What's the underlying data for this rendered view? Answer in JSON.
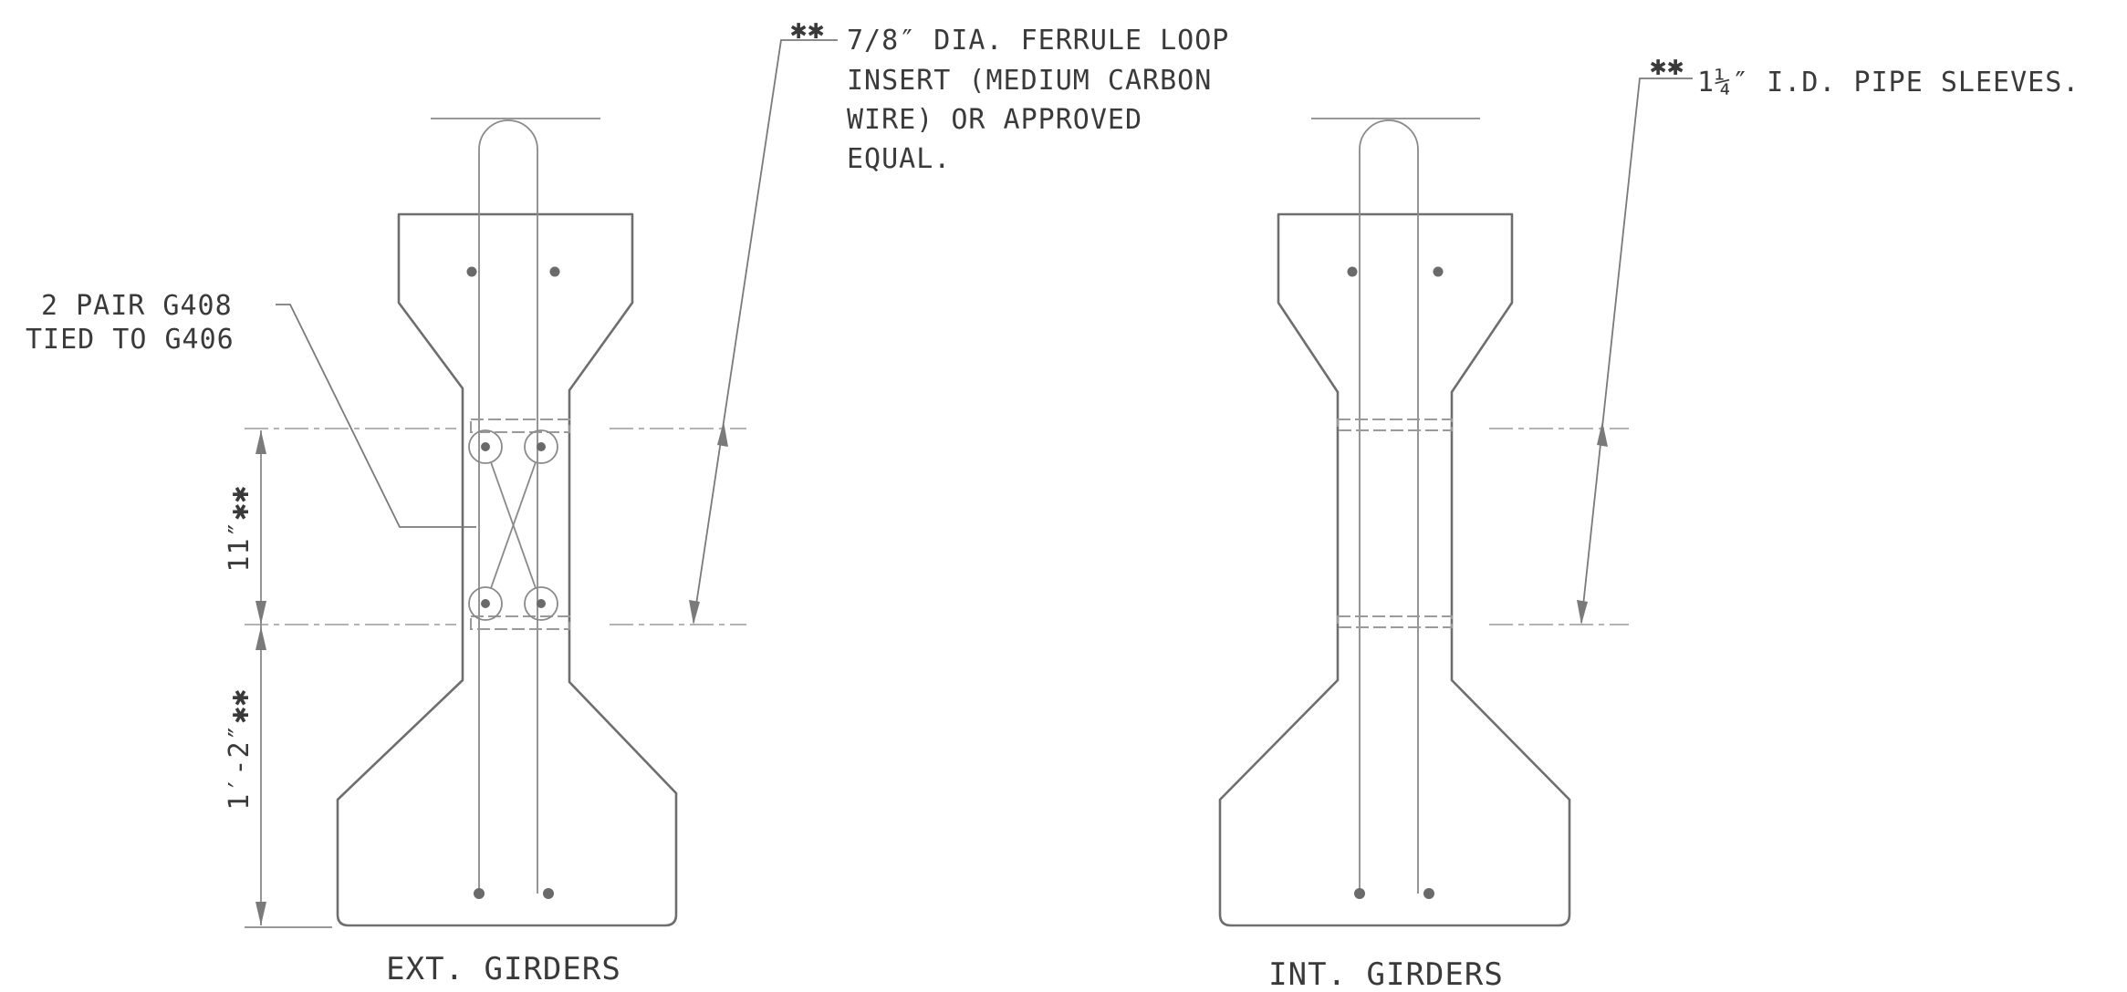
{
  "labels": {
    "ferrule_marker": "✱✱",
    "ferrule_line1": "7/8″ DIA. FERRULE LOOP",
    "ferrule_line2": "INSERT (MEDIUM CARBON",
    "ferrule_line3": "WIRE) OR APPROVED",
    "ferrule_line4": "EQUAL.",
    "sleeve_marker": "✱✱",
    "sleeve_text": "1¼″ I.D. PIPE SLEEVES.",
    "pair_line1": "2 PAIR G408",
    "pair_line2": "TIED TO G406",
    "dim_upper": "11″✱✱",
    "dim_lower": "1′-2″✱✱",
    "ext_title": "EXT. GIRDERS",
    "int_title": "INT. GIRDERS"
  },
  "colors": {
    "line": "#6e6e6e",
    "text": "#3a3a3a",
    "background": "#ffffff"
  }
}
